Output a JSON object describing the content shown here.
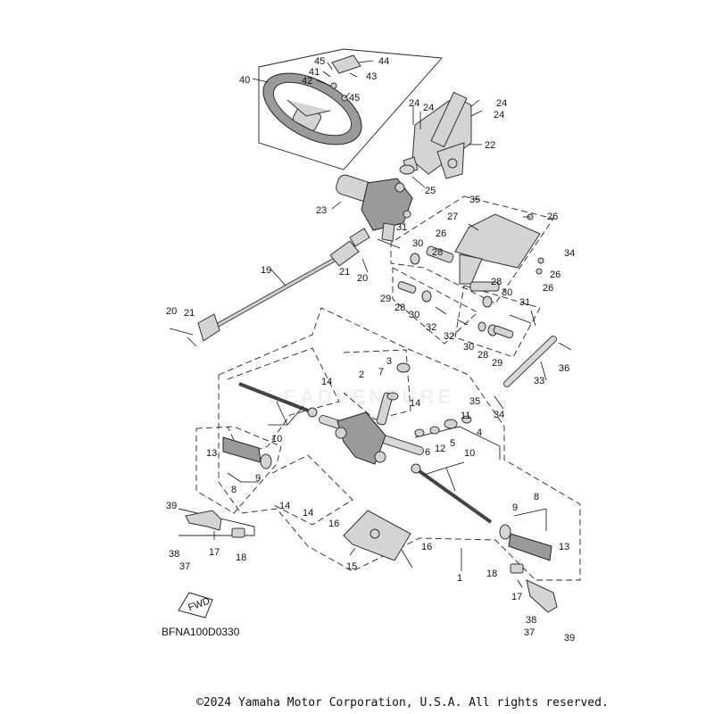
{
  "diagram_code": "BFNA100D0330",
  "copyright": "©2024 Yamaha Motor Corporation, U.S.A. All rights reserved.",
  "watermark": "LEADVENTURE",
  "fwd_label": "FWD",
  "callouts": [
    "1",
    "2",
    "3",
    "4",
    "5",
    "6",
    "7",
    "8",
    "9",
    "10",
    "11",
    "12",
    "13",
    "14",
    "15",
    "16",
    "17",
    "18",
    "19",
    "20",
    "21",
    "22",
    "23",
    "24",
    "25",
    "26",
    "27",
    "28",
    "29",
    "30",
    "31",
    "32",
    "33",
    "34",
    "35",
    "36",
    "37",
    "38",
    "39",
    "40",
    "41",
    "42",
    "43",
    "44",
    "45"
  ],
  "parts": [
    "steering-wheel",
    "steering-column",
    "steering-gearbox",
    "steering-shaft",
    "tie-rod",
    "steering-rack",
    "rack-boot",
    "tie-rod-end",
    "column-bracket",
    "stay-rod",
    "rack-bracket"
  ]
}
